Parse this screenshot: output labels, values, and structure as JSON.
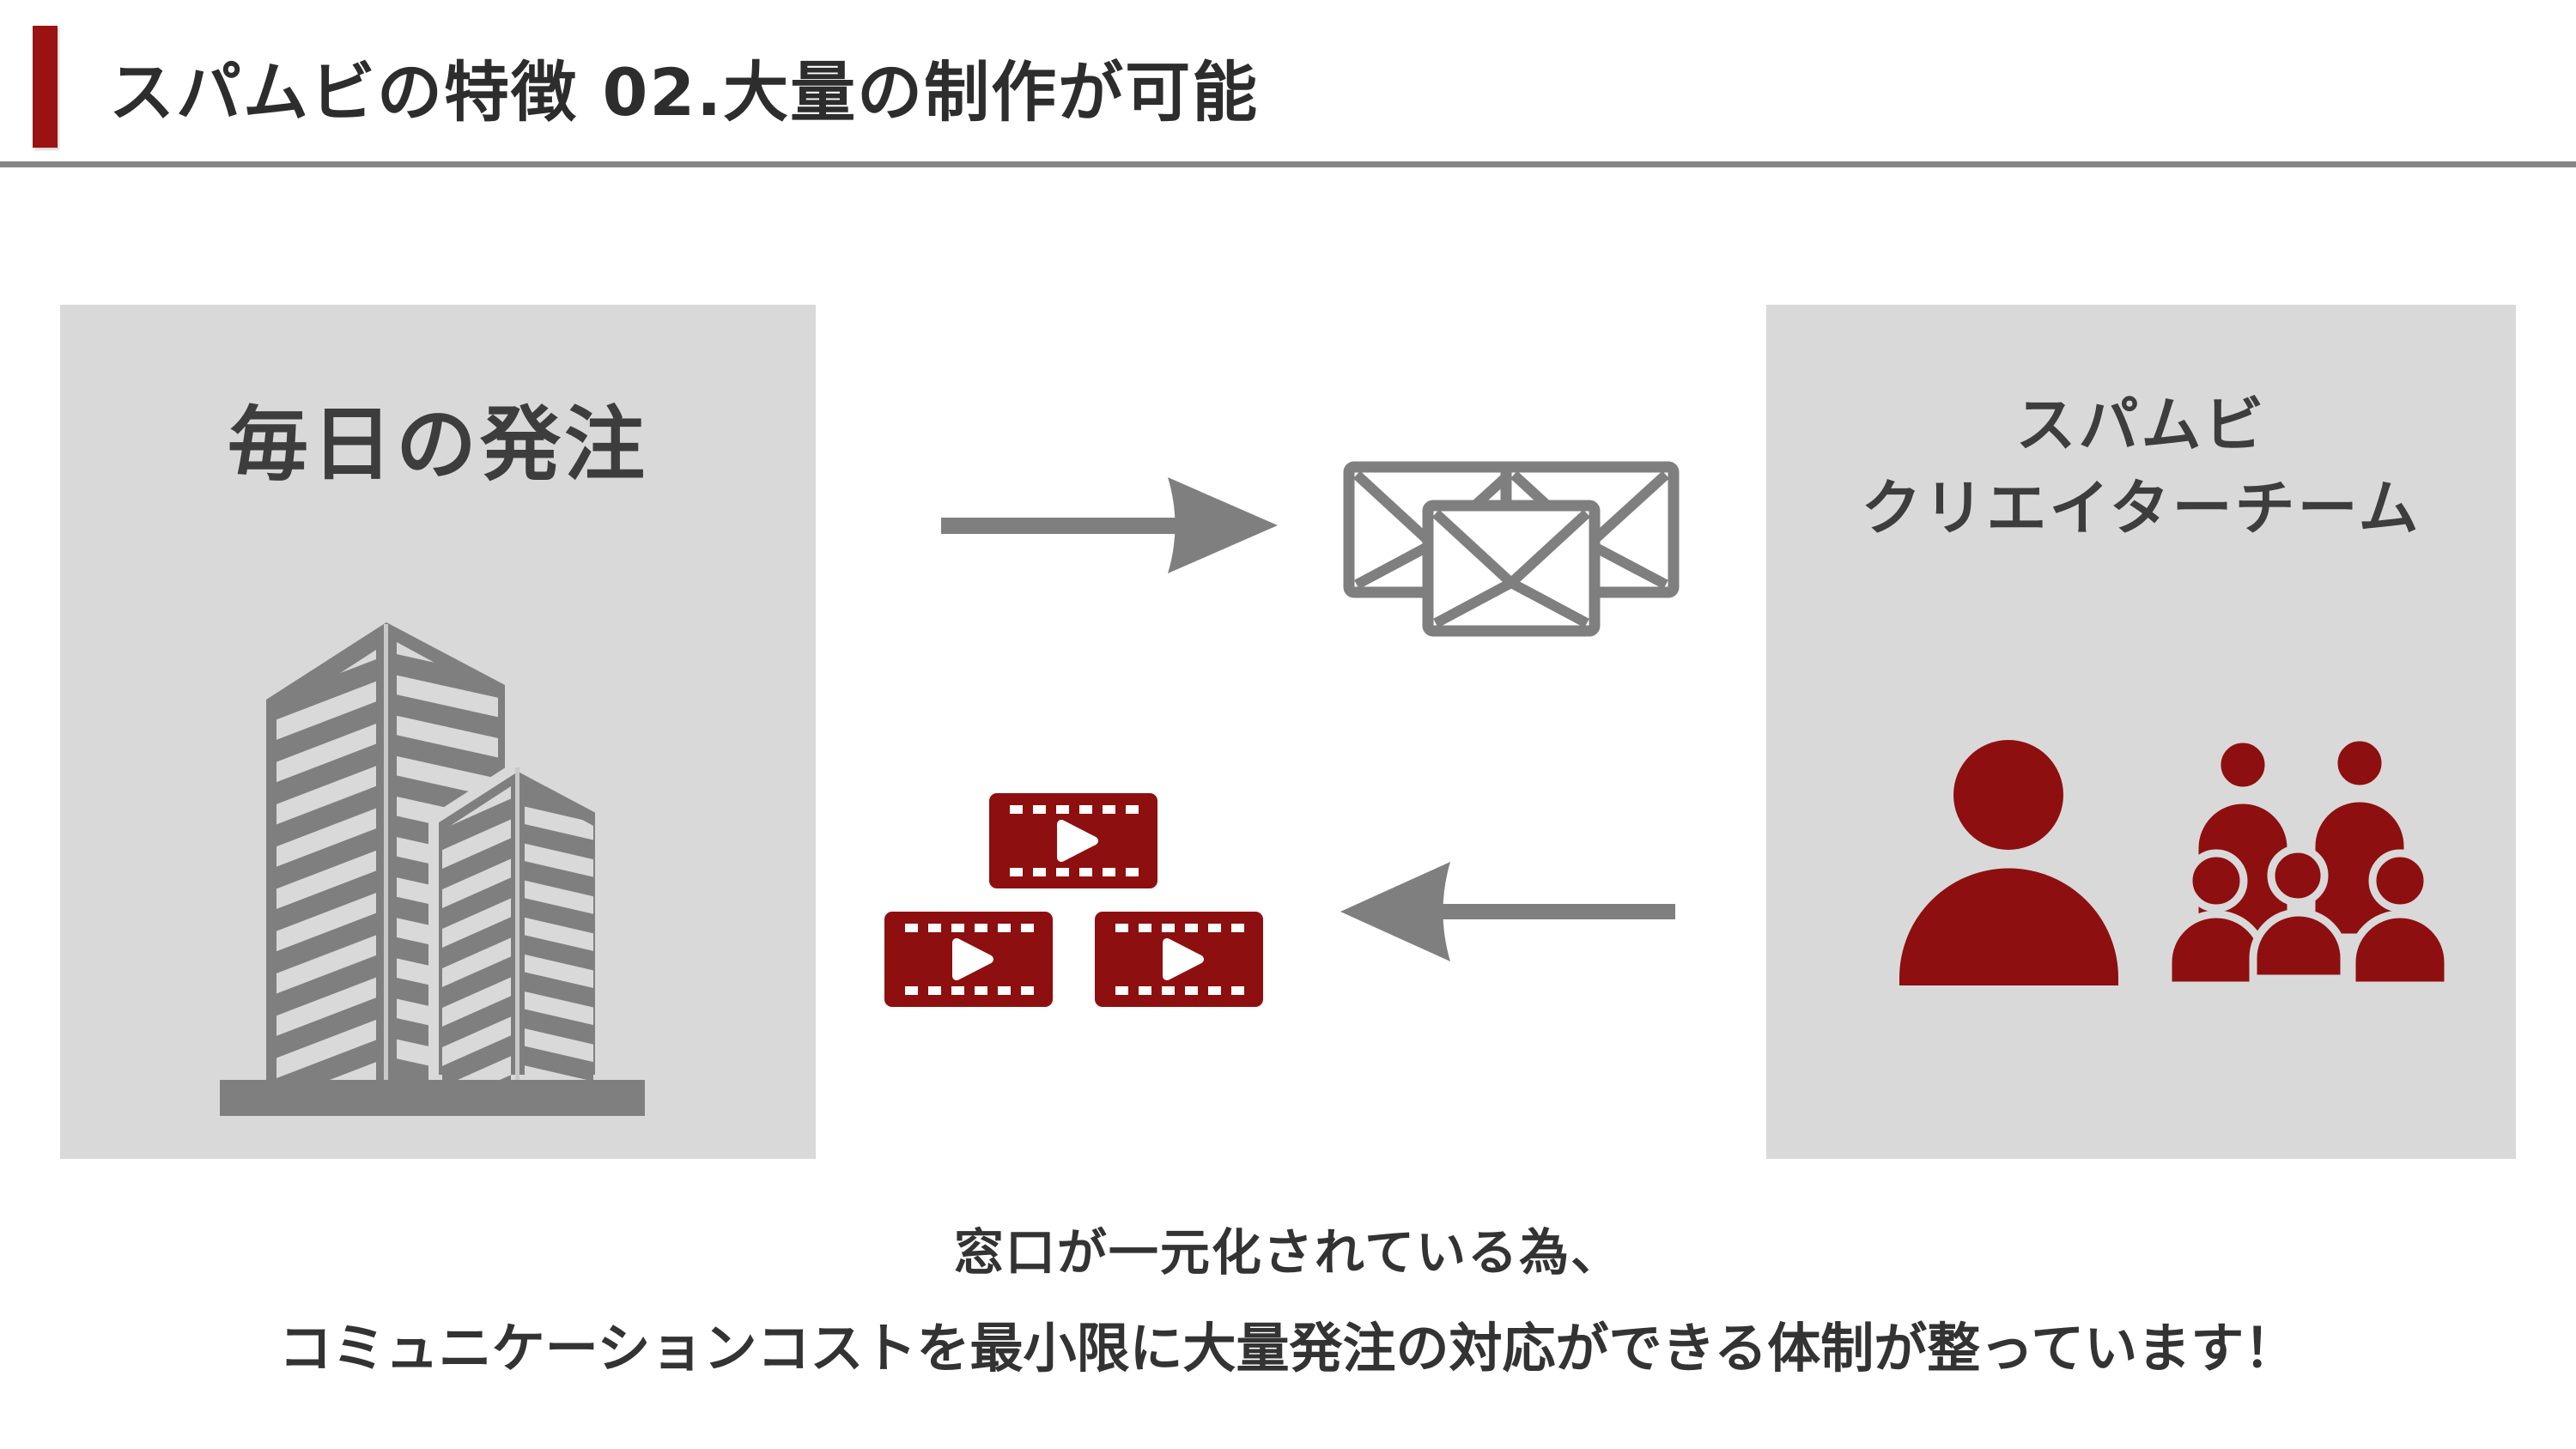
{
  "slide": {
    "title": "スパムビの特徴 02.大量の制作が可能",
    "accent_bar_color": "#9a1212",
    "divider_color": "#858585",
    "background_color": "#ffffff",
    "title_color": "#2d2d2d"
  },
  "left_panel": {
    "label": "毎日の発注",
    "bg_color": "#d9d9d9",
    "icon": "office-buildings-icon",
    "icon_color": "#7f7f7f"
  },
  "right_panel": {
    "label_line1": "スパムビ",
    "label_line2": "クリエイターチーム",
    "bg_color": "#d9d9d9",
    "icon": "creator-team-people-icon",
    "icon_color": "#8e0f0f",
    "people_count": 6
  },
  "flow": {
    "to_team": {
      "arrow_icon": "right-arrow-icon",
      "item_icon": "envelopes-icon",
      "envelope_count": 3,
      "color": "#7f7f7f"
    },
    "from_team": {
      "arrow_icon": "left-arrow-icon",
      "item_icon": "film-clips-icon",
      "film_count": 3,
      "film_color": "#8e0f0f",
      "arrow_color": "#7f7f7f"
    }
  },
  "caption": {
    "line1": "窓口が一元化されている為、",
    "line2": "コミュニケーションコストを最小限に大量発注の対応ができる体制が整っています！"
  }
}
